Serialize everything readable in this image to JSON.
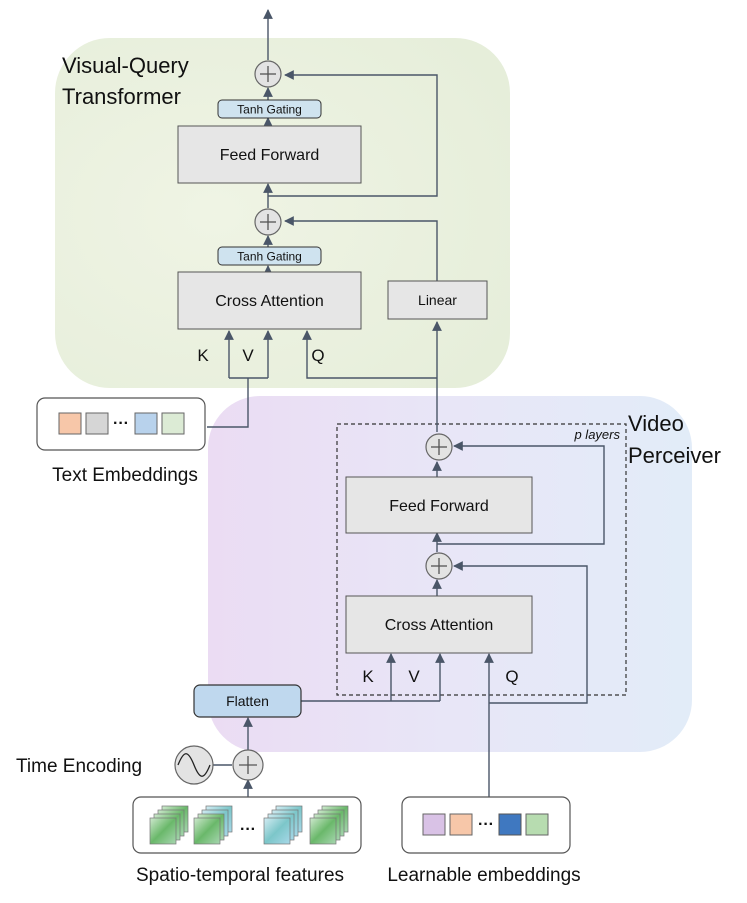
{
  "sections": {
    "vqt_title_line1": "Visual-Query",
    "vqt_title_line2": "Transformer",
    "vp_title_line1": "Video",
    "vp_title_line2": "Perceiver",
    "p_layers": "p layers"
  },
  "blocks": {
    "vqt_tanh_top": "Tanh Gating",
    "vqt_feed_forward": "Feed Forward",
    "vqt_tanh_mid": "Tanh Gating",
    "vqt_cross_attention": "Cross Attention",
    "linear": "Linear",
    "vp_feed_forward": "Feed Forward",
    "vp_cross_attention": "Cross Attention",
    "flatten": "Flatten"
  },
  "inputs": {
    "vqt_k": "K",
    "vqt_v": "V",
    "vqt_q": "Q",
    "vp_k": "K",
    "vp_v": "V",
    "vp_q": "Q",
    "text_embeddings": "Text Embeddings",
    "time_encoding": "Time Encoding",
    "spatio_temporal": "Spatio-temporal features",
    "learnable_embeddings": "Learnable embeddings",
    "ellipsis": "···"
  },
  "colors": {
    "vqt_region": "#e6efd9",
    "vp_region": "#e3e3f5",
    "block_fill": "#e6e6e6",
    "gating_fill": "#cfe3ef",
    "flatten_fill": "#bfd8ee",
    "line": "#4a5668",
    "orange_token": "#f7c7a9",
    "gray_token": "#d6d6d6",
    "blue_token": "#b8d2ec",
    "green_token": "#dcebd5",
    "purple_token": "#d9c2e6",
    "dark_blue_token": "#3f78c0",
    "feature_green": "#6ab86a"
  }
}
